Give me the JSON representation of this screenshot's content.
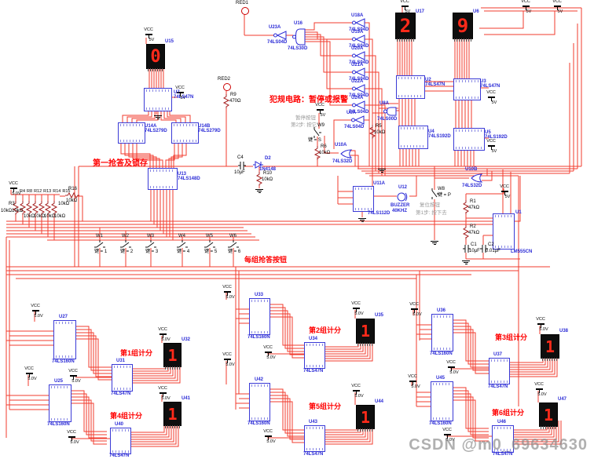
{
  "watermark": "CSDN @m0_69634630",
  "power": {
    "vcc": "VCC",
    "v5": "5V",
    "v50": "5.0V"
  },
  "annotations": {
    "latch": "第一抢答及锁存",
    "foul": "犯规电路：暂停或报警",
    "group_buttons": "每组抢答按钮",
    "reset_line1": "复位按钮",
    "reset_line2": "第1步: 按下去",
    "pause_line1": "暂停按钮",
    "pause_line2": "第2步: 按它"
  },
  "displays": [
    {
      "ref": "U15",
      "digit": "0"
    },
    {
      "ref": "U17",
      "digit": "2"
    },
    {
      "ref": "U6",
      "digit": "9"
    },
    {
      "ref": "U32",
      "digit": "1"
    },
    {
      "ref": "U35",
      "digit": "1"
    },
    {
      "ref": "U38",
      "digit": "1"
    },
    {
      "ref": "U41",
      "digit": "1"
    },
    {
      "ref": "U44",
      "digit": "1"
    },
    {
      "ref": "U47",
      "digit": "1"
    }
  ],
  "chips": [
    {
      "ref": "U7",
      "part": "74LS47N"
    },
    {
      "ref": "U14A",
      "part": "74LS279D"
    },
    {
      "ref": "U14B",
      "part": "74LS279D"
    },
    {
      "ref": "U13",
      "part": "74LS148D"
    },
    {
      "ref": "U2",
      "part": "74LS47N"
    },
    {
      "ref": "U3",
      "part": "74LS47N"
    },
    {
      "ref": "U4",
      "part": "74LS192D"
    },
    {
      "ref": "U5",
      "part": "74LS192D"
    },
    {
      "ref": "U11A",
      "part": "74LS112D"
    },
    {
      "ref": "U1",
      "part": "LM555CN"
    },
    {
      "ref": "U27",
      "part": "74LS160N"
    },
    {
      "ref": "U31",
      "part": "74LS47N"
    },
    {
      "ref": "U33",
      "part": "74LS160N"
    },
    {
      "ref": "U34",
      "part": "74LS47N"
    },
    {
      "ref": "U36",
      "part": "74LS160N"
    },
    {
      "ref": "U37",
      "part": "74LS47N"
    },
    {
      "ref": "U25",
      "part": "74LS160N"
    },
    {
      "ref": "U40",
      "part": "74LS47N"
    },
    {
      "ref": "U42",
      "part": "74LS160N"
    },
    {
      "ref": "U43",
      "part": "74LS47N"
    },
    {
      "ref": "U45",
      "part": "74LS160N"
    },
    {
      "ref": "U46",
      "part": "74LS47N"
    }
  ],
  "gates": [
    {
      "ref": "U16",
      "part": "74LS30D"
    },
    {
      "ref": "U23A",
      "part": "74LS04D"
    },
    {
      "ref": "U18A",
      "part": "74LS04D"
    },
    {
      "ref": "U19A",
      "part": "74LS04D"
    },
    {
      "ref": "U20A",
      "part": "74LS04D"
    },
    {
      "ref": "U21A",
      "part": "74LS04D"
    },
    {
      "ref": "U22A",
      "part": "74LS04D"
    },
    {
      "ref": "U24A",
      "part": "74LS04D"
    },
    {
      "ref": "U9A",
      "part": "74LS04D"
    },
    {
      "ref": "U8A",
      "part": "74LS00D"
    },
    {
      "ref": "U10A",
      "part": "74LS32D"
    },
    {
      "ref": "U10B",
      "part": "74LS32D"
    }
  ],
  "passives": [
    {
      "ref": "R3",
      "value": "10kΩ"
    },
    {
      "ref": "R4",
      "value": "10kΩ"
    },
    {
      "ref": "R8",
      "value": "10kΩ"
    },
    {
      "ref": "R12",
      "value": "10kΩ"
    },
    {
      "ref": "R13",
      "value": "10kΩ"
    },
    {
      "ref": "R14",
      "value": "10kΩ"
    },
    {
      "ref": "R15",
      "value": "10kΩ"
    },
    {
      "ref": "R16",
      "value": "10kΩ"
    },
    {
      "ref": "R9",
      "value": "470Ω"
    },
    {
      "ref": "R10",
      "value": "10kΩ"
    },
    {
      "ref": "R6",
      "value": "10kΩ"
    },
    {
      "ref": "R5",
      "value": "10kΩ"
    },
    {
      "ref": "R1",
      "value": "47kΩ"
    },
    {
      "ref": "R2",
      "value": "47kΩ"
    },
    {
      "ref": "C4",
      "value": "10µF"
    },
    {
      "ref": "C1",
      "value": "10µF"
    },
    {
      "ref": "C2",
      "value": "0.01µF"
    },
    {
      "ref": "D2",
      "value": "1N4148"
    }
  ],
  "buzzer": {
    "ref": "U12",
    "part": "BUZZER",
    "freq": "40KHZ"
  },
  "switches": [
    {
      "ref": "W1",
      "key": "键 = 1"
    },
    {
      "ref": "W2",
      "key": "键 = 2"
    },
    {
      "ref": "W3",
      "key": "键 = 3"
    },
    {
      "ref": "W4",
      "key": "键 = 4"
    },
    {
      "ref": "W5",
      "key": "键 = 5"
    },
    {
      "ref": "W6",
      "key": "键 = 6"
    },
    {
      "ref": "W8",
      "key": "键 = P"
    },
    {
      "ref": "W9",
      "key": "键 = S"
    }
  ],
  "probes": [
    {
      "ref": "RED1"
    },
    {
      "ref": "RED2"
    }
  ],
  "groups": [
    {
      "label": "第1组计分"
    },
    {
      "label": "第2组计分"
    },
    {
      "label": "第3组计分"
    },
    {
      "label": "第4组计分"
    },
    {
      "label": "第5组计分"
    },
    {
      "label": "第6组计分"
    }
  ]
}
